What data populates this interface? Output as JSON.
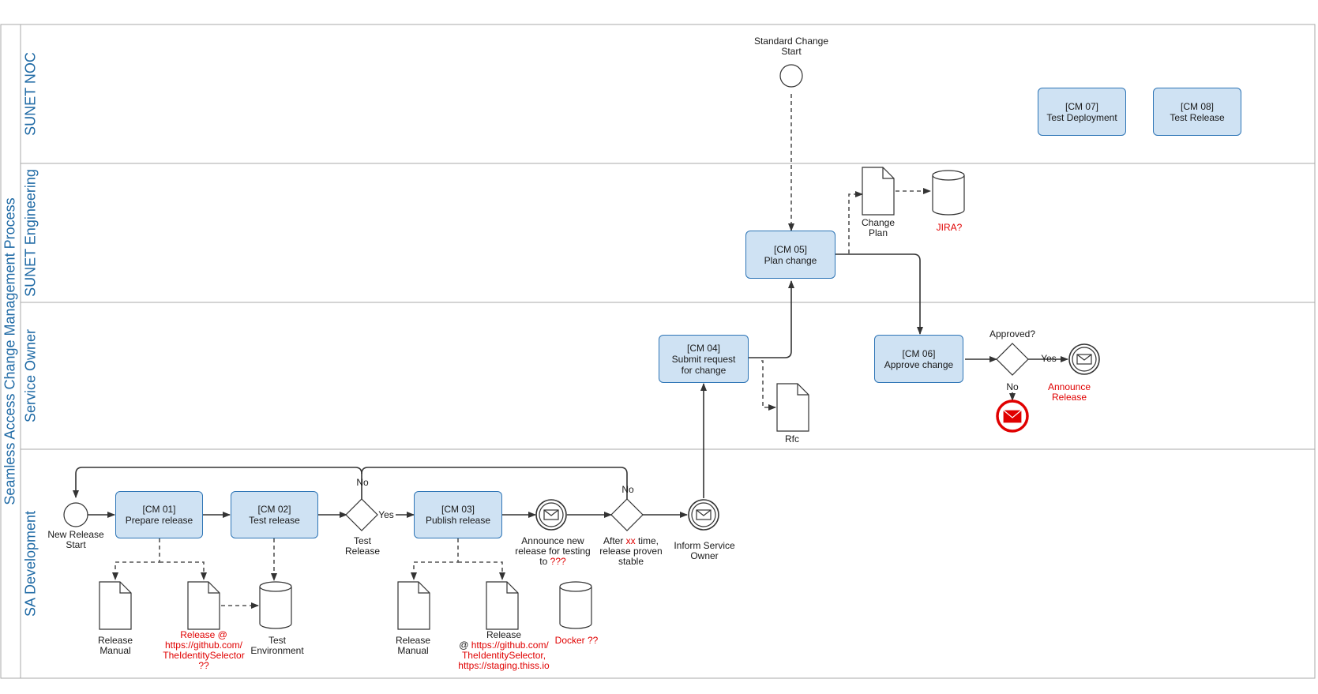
{
  "pool": {
    "title": "Seamless Access Change Management Process",
    "lanes": [
      "SUNET NOC",
      "SUNET Engineering",
      "Service Owner",
      "SA Development"
    ]
  },
  "tasks": {
    "cm01": {
      "id": "[CM 01]",
      "name": "Prepare release"
    },
    "cm02": {
      "id": "[CM 02]",
      "name": "Test release"
    },
    "cm03": {
      "id": "[CM 03]",
      "name": "Publish release"
    },
    "cm04": {
      "id": "[CM 04]",
      "name": "Submit request",
      "name2": "for change"
    },
    "cm05": {
      "id": "[CM 05]",
      "name": "Plan change"
    },
    "cm06": {
      "id": "[CM 06]",
      "name": "Approve change"
    },
    "cm07": {
      "id": "[CM 07]",
      "name": "Test Deployment"
    },
    "cm08": {
      "id": "[CM 08]",
      "name": "Test Release"
    }
  },
  "events": {
    "standard_start": [
      "Standard Change",
      "Start"
    ],
    "new_release_start": [
      "New Release",
      "Start"
    ],
    "announce_testing": [
      "Announce new",
      "release for testing"
    ],
    "announce_testing_to": "to ",
    "announce_testing_q": "???",
    "inform_service_owner": [
      "Inform Service",
      "Owner"
    ],
    "announce_release": [
      "Announce",
      "Release"
    ]
  },
  "gateways": {
    "test_release": [
      "Test",
      "Release"
    ],
    "after_prefix": "After ",
    "after_xx": "xx",
    "after_suffix": " time,",
    "after_rest": [
      "release proven",
      "stable"
    ],
    "approved": "Approved?",
    "yes": "Yes",
    "no": "No"
  },
  "artifacts": {
    "release_manual": [
      "Release",
      "Manual"
    ],
    "release_github_1": [
      "Release @",
      "https://github.com/",
      "TheIdentitySelector",
      "??"
    ],
    "test_environment": [
      "Test",
      "Environment"
    ],
    "release_github_2_head": "Release",
    "release_github_2_at": "@ ",
    "release_github_2_link": "https://github.com/",
    "release_github_2_rest": [
      "TheIdentitySelector,",
      "https://staging.thiss.io"
    ],
    "docker": "Docker ??",
    "rfc": "Rfc",
    "change_plan": [
      "Change",
      "Plan"
    ],
    "jira": "JIRA?"
  },
  "colors": {
    "task_fill": "#cfe2f3",
    "task_border": "#2e75b6",
    "lane_title": "#1f6aa5",
    "highlight_red": "#e00000",
    "line": "#333333"
  }
}
